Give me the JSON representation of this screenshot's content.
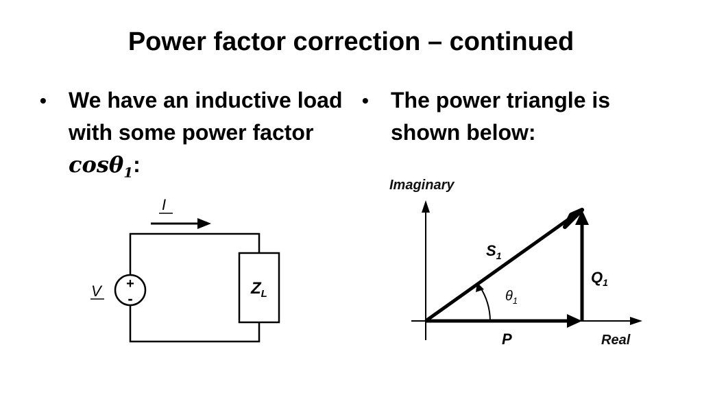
{
  "slide": {
    "title": "Power factor correction – continued"
  },
  "left": {
    "bullet_symbol": "•",
    "bullet_text": "We have an inductive load with some power factor ",
    "pf_cos": "cos",
    "pf_theta": "θ",
    "pf_subscript": "1",
    "pf_colon": ":"
  },
  "right": {
    "bullet_symbol": "•",
    "bullet_text": "The power triangle is shown below:"
  },
  "circuit": {
    "current_label": "I",
    "voltage_label": "V",
    "source_plus": "+",
    "source_minus": "-",
    "load_label": "Z",
    "load_subscript": "L"
  },
  "triangle": {
    "y_axis_label": "Imaginary",
    "x_axis_label": "Real",
    "hypotenuse_label": "S",
    "hypotenuse_sub": "1",
    "vertical_label": "Q",
    "vertical_sub": "1",
    "base_label": "P",
    "angle_label": "θ",
    "angle_sub": "1"
  }
}
